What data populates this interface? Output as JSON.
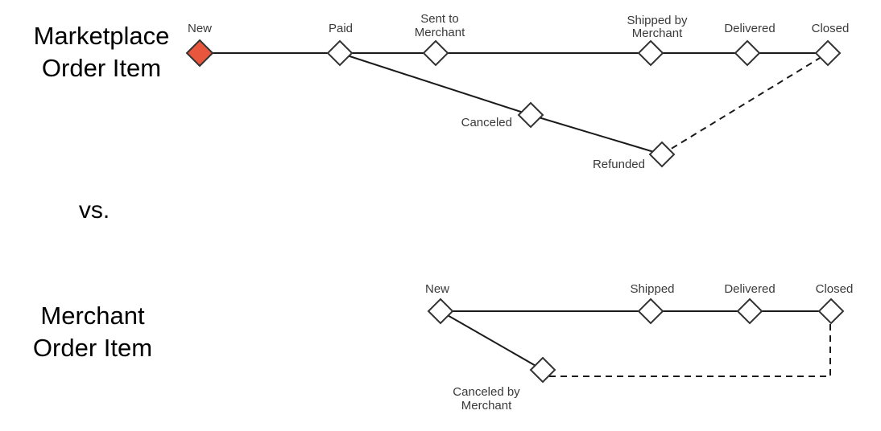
{
  "colors": {
    "initial_state_fill": "#e8563e",
    "node_stroke": "#333333",
    "line_color": "#1a1a1a"
  },
  "comparison": {
    "separator": "vs."
  },
  "marketplace_diagram": {
    "title_line1": "Marketplace",
    "title_line2": "Order Item",
    "states": {
      "new": "New",
      "paid": "Paid",
      "sent_to_merchant_line1": "Sent to",
      "sent_to_merchant_line2": "Merchant",
      "shipped_by_merchant_line1": "Shipped by",
      "shipped_by_merchant_line2": "Merchant",
      "delivered": "Delivered",
      "closed": "Closed",
      "canceled": "Canceled",
      "refunded": "Refunded"
    },
    "edges": [
      {
        "from": "New",
        "to": "Paid",
        "style": "solid"
      },
      {
        "from": "Paid",
        "to": "Sent to Merchant",
        "style": "solid"
      },
      {
        "from": "Sent to Merchant",
        "to": "Shipped by Merchant",
        "style": "solid"
      },
      {
        "from": "Shipped by Merchant",
        "to": "Delivered",
        "style": "solid"
      },
      {
        "from": "Delivered",
        "to": "Closed",
        "style": "solid"
      },
      {
        "from": "Paid",
        "to": "Canceled",
        "style": "solid"
      },
      {
        "from": "Canceled",
        "to": "Refunded",
        "style": "solid"
      },
      {
        "from": "Refunded",
        "to": "Closed",
        "style": "dashed"
      }
    ]
  },
  "merchant_diagram": {
    "title_line1": "Merchant",
    "title_line2": "Order Item",
    "states": {
      "new": "New",
      "shipped": "Shipped",
      "delivered": "Delivered",
      "closed": "Closed",
      "canceled_by_merchant_line1": "Canceled by",
      "canceled_by_merchant_line2": "Merchant"
    },
    "edges": [
      {
        "from": "New",
        "to": "Shipped",
        "style": "solid"
      },
      {
        "from": "Shipped",
        "to": "Delivered",
        "style": "solid"
      },
      {
        "from": "Delivered",
        "to": "Closed",
        "style": "solid"
      },
      {
        "from": "New",
        "to": "Canceled by Merchant",
        "style": "solid"
      },
      {
        "from": "Canceled by Merchant",
        "to": "Closed",
        "style": "dashed"
      }
    ]
  }
}
